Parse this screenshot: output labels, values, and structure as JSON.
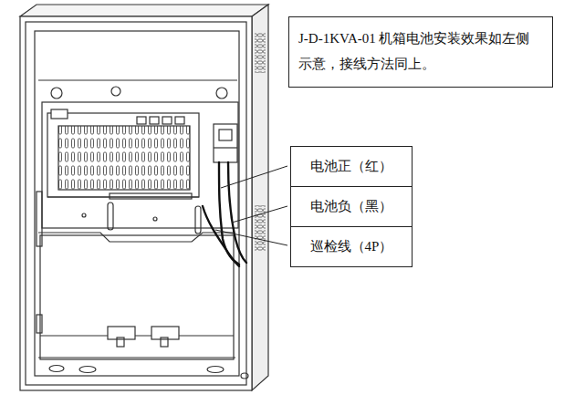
{
  "diagram": {
    "nodes": [
      {
        "text": [
          "J-D-1KVA-01 机箱电池安装效果如左侧示意，接线方法同上。"
        ]
      },
      {
        "text": [
          "电池正（红）"
        ]
      },
      {
        "text": [
          "电池负（黑）"
        ]
      },
      {
        "text": [
          "巡检线（4P）"
        ]
      }
    ]
  }
}
